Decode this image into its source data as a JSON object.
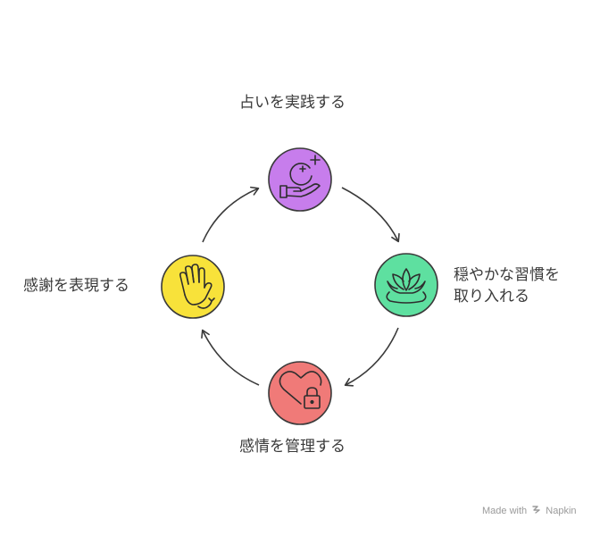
{
  "diagram": {
    "nodes": [
      {
        "id": "practice-divination",
        "label": "占いを実践する",
        "icon": "crystal-ball-hand-icon",
        "color": "#c77dec"
      },
      {
        "id": "calm-habits",
        "label_lines": [
          "穏やかな習慣を",
          "取り入れる"
        ],
        "icon": "lotus-icon",
        "color": "#5ee0a0"
      },
      {
        "id": "manage-emotions",
        "label": "感情を管理する",
        "icon": "heart-lock-icon",
        "color": "#f07a78"
      },
      {
        "id": "express-gratitude",
        "label": "感謝を表現する",
        "icon": "waving-hand-icon",
        "color": "#f8e23a"
      }
    ],
    "flow": "clockwise cycle"
  },
  "watermark": {
    "text_before": "Made with",
    "brand": "Napkin",
    "logo_icon": "napkin-logo-icon"
  }
}
